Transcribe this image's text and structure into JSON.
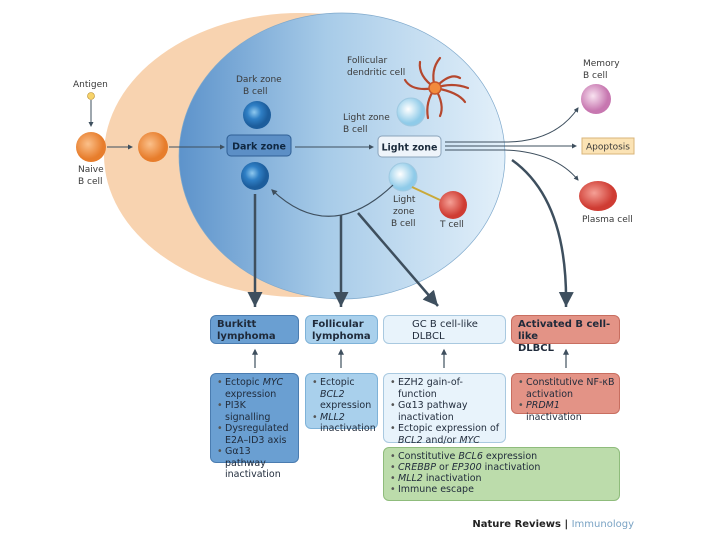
{
  "labels": {
    "antigen": "Antigen",
    "naive_b_cell": [
      "Naive",
      "B cell"
    ],
    "dark_zone_b_cell": [
      "Dark zone",
      "B cell"
    ],
    "follicular_dendritic_cell": [
      "Follicular",
      "dendritic cell"
    ],
    "light_zone_b_cell_top": [
      "Light zone",
      "B cell"
    ],
    "light_zone_b_cell_bottom": [
      "Light",
      "zone",
      "B cell"
    ],
    "t_cell": "T cell",
    "dark_zone": "Dark zone",
    "light_zone": "Light zone",
    "memory_b_cell": [
      "Memory",
      "B cell"
    ],
    "apoptosis": "Apoptosis",
    "plasma_cell": "Plasma cell"
  },
  "lymphomas": [
    {
      "title": [
        "Burkitt",
        "lymphoma"
      ],
      "color": "#6a9fd2",
      "features": [
        [
          [
            "Ectopic ",
            0
          ],
          [
            "MYC",
            1
          ],
          [
            " expression",
            0
          ]
        ],
        [
          [
            "PI3K signalling",
            0
          ]
        ],
        [
          [
            "Dysregulated E2A–ID3 axis",
            0
          ]
        ],
        [
          [
            "Gα13 pathway inactivation",
            0
          ]
        ]
      ]
    },
    {
      "title": [
        "Follicular",
        "lymphoma"
      ],
      "color": "#a9d0ec",
      "features": [
        [
          [
            "Ectopic ",
            0
          ],
          [
            "BCL2",
            1
          ],
          [
            " expression",
            0
          ]
        ],
        [
          [
            "MLL2",
            1
          ],
          [
            " inactivation",
            0
          ]
        ]
      ]
    },
    {
      "title": [
        "GC B cell-like",
        "DLBCL"
      ],
      "color": "#e8f3fb",
      "features": [
        [
          [
            "EZH2 gain-of-function",
            0
          ]
        ],
        [
          [
            "Gα13 pathway inactivation",
            0
          ]
        ],
        [
          [
            "Ectopic expression of ",
            0
          ],
          [
            "BCL2",
            1
          ],
          [
            " and/or ",
            0
          ],
          [
            "MYC",
            1
          ]
        ]
      ]
    },
    {
      "title": [
        "Activated B cell-like",
        "DLBCL"
      ],
      "color": "#e39386",
      "features": [
        [
          [
            "Constitutive NF-κB activation",
            0
          ]
        ],
        [
          [
            "PRDM1",
            1
          ],
          [
            " inactivation",
            0
          ]
        ]
      ]
    }
  ],
  "shared_features": [
    [
      [
        "Constitutive ",
        0
      ],
      [
        "BCL6",
        1
      ],
      [
        " expression",
        0
      ]
    ],
    [
      [
        "CREBBP",
        1
      ],
      [
        " or ",
        0
      ],
      [
        "EP300",
        1
      ],
      [
        " inactivation",
        0
      ]
    ],
    [
      [
        "MLL2",
        1
      ],
      [
        " inactivation",
        0
      ]
    ],
    [
      [
        "Immune escape",
        0
      ]
    ]
  ],
  "footer": {
    "journal": "Nature Reviews",
    "separator": " | ",
    "section": "Immunology"
  }
}
